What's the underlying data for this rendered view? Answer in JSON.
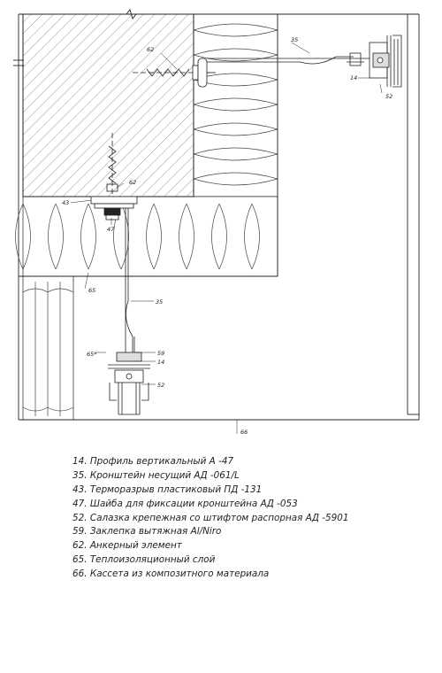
{
  "callouts": {
    "c14_top": "14",
    "c35_top": "35",
    "c52_top": "52",
    "c62_top": "62",
    "c62_mid": "62",
    "c43": "43",
    "c47": "47",
    "c65": "65",
    "c65_star": "65*",
    "c35_bot": "35",
    "c59": "59",
    "c14_bot": "14",
    "c52_bot": "52",
    "c66": "66"
  },
  "legend": [
    "14.  Профиль вертикальный  А -47",
    "35.  Кронштейн несущий АД -061/L",
    "43.  Терморазрыв пластиковый ПД -131",
    "47.  Шайба для фиксации кронштейна АД -053",
    "52.  Салазка крепежная со штифтом распорная АД -5901",
    "59.  Заклепка вытяжная  Al/Niro",
    "62.  Анкерный элемент",
    "65.  Теплоизоляционный слой",
    "66.  Кассета из композитного материала"
  ]
}
